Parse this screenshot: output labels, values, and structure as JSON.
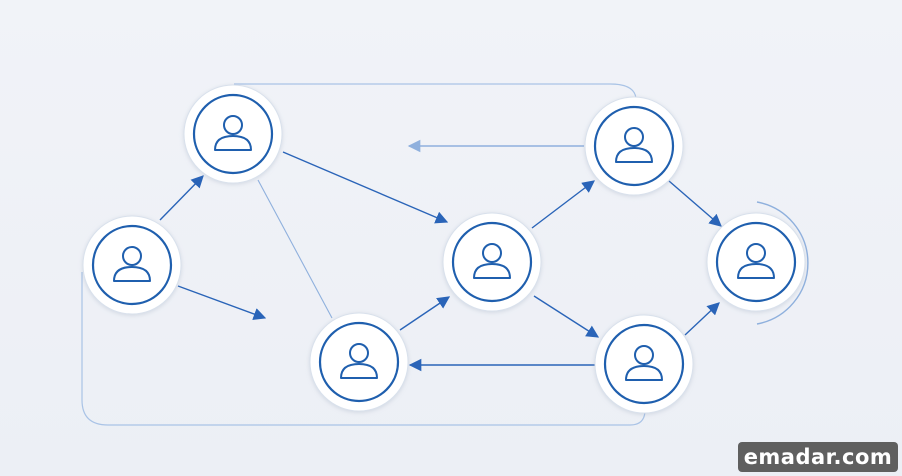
{
  "watermark": {
    "text": "emadar.com"
  },
  "colors": {
    "background": "#eef1f6",
    "node_ring": "#1f5fae",
    "node_fill": "#ffffff",
    "arrow": "#2a64b8",
    "arrow_light": "#8fb0dd",
    "faint_line": "#a9c3e6",
    "watermark_bg": "#5f5f5f"
  },
  "diagram": {
    "nodes": [
      {
        "id": "n1",
        "icon": "user-icon"
      },
      {
        "id": "n2",
        "icon": "user-icon"
      },
      {
        "id": "n3",
        "icon": "user-icon"
      },
      {
        "id": "n4",
        "icon": "user-icon"
      },
      {
        "id": "n5",
        "icon": "user-icon"
      },
      {
        "id": "n6",
        "icon": "user-icon"
      },
      {
        "id": "n7",
        "icon": "user-icon"
      }
    ],
    "edges": [
      {
        "from": "n1",
        "to": "n2",
        "style": "arrow"
      },
      {
        "from": "n1",
        "to": "mid-left",
        "style": "arrow"
      },
      {
        "from": "n2",
        "to": "n4",
        "style": "arrow"
      },
      {
        "from": "n2",
        "to": "n3",
        "style": "faint"
      },
      {
        "from": "n3",
        "to": "n4",
        "style": "arrow"
      },
      {
        "from": "n4",
        "to": "n5",
        "style": "arrow"
      },
      {
        "from": "n4",
        "to": "n6",
        "style": "arrow"
      },
      {
        "from": "n5",
        "to": "n7",
        "style": "arrow"
      },
      {
        "from": "n6",
        "to": "n7",
        "style": "arrow"
      },
      {
        "from": "n6",
        "to": "n3",
        "style": "arrow"
      },
      {
        "from": "n5",
        "to": "top-left",
        "style": "arrow-light"
      }
    ]
  }
}
